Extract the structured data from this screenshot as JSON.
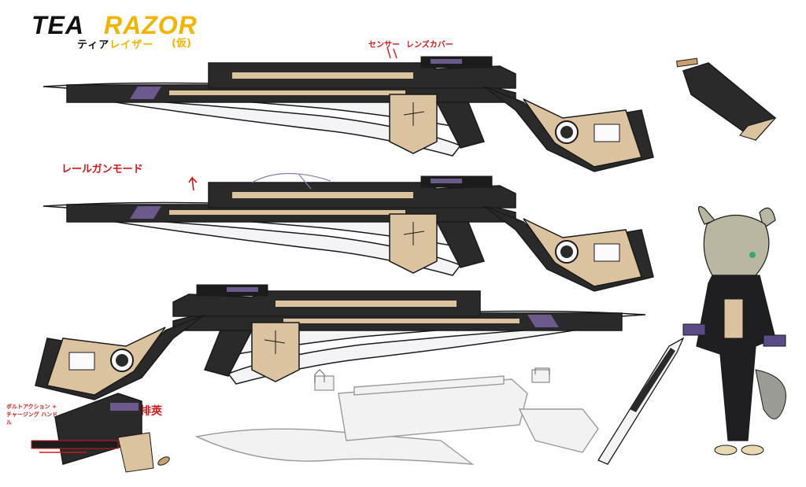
{
  "title": {
    "tea": "TEA",
    "razor": "RAZOR",
    "sub_prefix": "ティア",
    "sub_accent": "レイザー",
    "tag": "(仮)"
  },
  "annotations": {
    "sensor": "センサー",
    "lens_cover": "レンズカバー",
    "railgun_mode": "レールガンモード",
    "bolt_action": "ボルトアクション + チャージング ハンドル",
    "eject": "排莢"
  },
  "colors": {
    "black": "#2a2a2a",
    "dark": "#1c1c1c",
    "tan": "#dcc3a0",
    "purple": "#6c5a8c",
    "blade": "#f4f4f6",
    "outline": "#1a1a1a",
    "accent_yellow": "#f2b400",
    "note_red": "#d0181a"
  }
}
